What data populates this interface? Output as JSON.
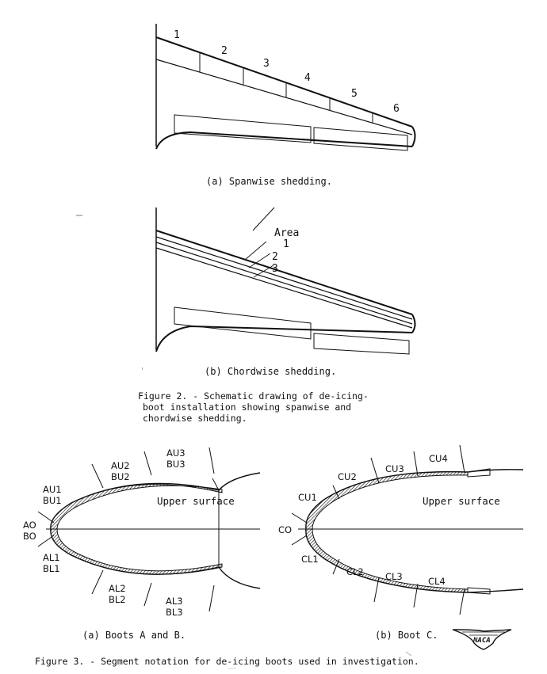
{
  "figure2": {
    "spanwise": {
      "labels": [
        "1",
        "2",
        "3",
        "4",
        "5",
        "6"
      ],
      "caption": "(a) Spanwise shedding."
    },
    "chordwise": {
      "area_label": "Area",
      "labels": [
        "1",
        "2",
        "3"
      ],
      "caption": "(b) Chordwise shedding."
    },
    "title_lines": [
      "Figure 2. - Schematic drawing of de-icing-",
      "boot installation showing spanwise and",
      "chordwise shedding."
    ]
  },
  "figure3": {
    "boots_ab": {
      "upper_surface_label": "Upper surface",
      "leading_label": [
        "AO",
        "BO"
      ],
      "upper_segments": [
        [
          "AU1",
          "BU1"
        ],
        [
          "AU2",
          "BU2"
        ],
        [
          "AU3",
          "BU3"
        ]
      ],
      "lower_segments": [
        [
          "AL1",
          "BL1"
        ],
        [
          "AL2",
          "BL2"
        ],
        [
          "AL3",
          "BL3"
        ]
      ],
      "caption": "(a) Boots A and B."
    },
    "boot_c": {
      "upper_surface_label": "Upper surface",
      "leading_label": "CO",
      "upper_segments": [
        "CU1",
        "CU2",
        "CU3",
        "CU4"
      ],
      "lower_segments": [
        "CL1",
        "CL2",
        "CL3",
        "CL4"
      ],
      "caption": "(b) Boot C."
    },
    "logo_text": "NACA",
    "title": "Figure 3. - Segment notation for de-icing boots used in investigation."
  }
}
